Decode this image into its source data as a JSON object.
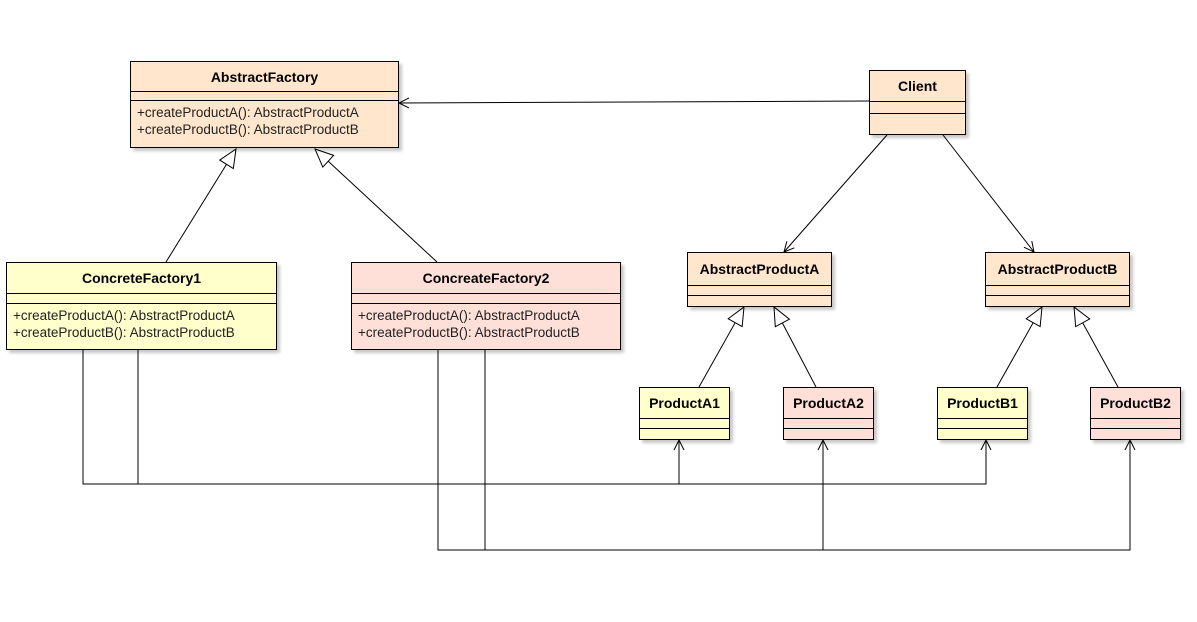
{
  "colors": {
    "abstract_fill": "#ffe6cc",
    "concrete1_fill": "#ffffcc",
    "concrete2_fill": "#ffe0d9",
    "stroke": "#000000"
  },
  "classes": {
    "abstract_factory": {
      "name": "AbstractFactory",
      "operations": [
        "+createProductA(): AbstractProductA",
        "+createProductB(): AbstractProductB"
      ]
    },
    "client": {
      "name": "Client"
    },
    "concrete_factory_1": {
      "name": "ConcreteFactory1",
      "operations": [
        "+createProductA(): AbstractProductA",
        "+createProductB(): AbstractProductB"
      ]
    },
    "concrete_factory_2": {
      "name": "ConcreateFactory2",
      "operations": [
        "+createProductA(): AbstractProductA",
        "+createProductB(): AbstractProductB"
      ]
    },
    "abstract_product_a": {
      "name": "AbstractProductA"
    },
    "abstract_product_b": {
      "name": "AbstractProductB"
    },
    "product_a1": {
      "name": "ProductA1"
    },
    "product_a2": {
      "name": "ProductA2"
    },
    "product_b1": {
      "name": "ProductB1"
    },
    "product_b2": {
      "name": "ProductB2"
    }
  },
  "relations": [
    {
      "from": "client",
      "to": "abstract_factory",
      "type": "association"
    },
    {
      "from": "client",
      "to": "abstract_product_a",
      "type": "association"
    },
    {
      "from": "client",
      "to": "abstract_product_b",
      "type": "association"
    },
    {
      "from": "concrete_factory_1",
      "to": "abstract_factory",
      "type": "generalization"
    },
    {
      "from": "concrete_factory_2",
      "to": "abstract_factory",
      "type": "generalization"
    },
    {
      "from": "product_a1",
      "to": "abstract_product_a",
      "type": "generalization"
    },
    {
      "from": "product_a2",
      "to": "abstract_product_a",
      "type": "generalization"
    },
    {
      "from": "product_b1",
      "to": "abstract_product_b",
      "type": "generalization"
    },
    {
      "from": "product_b2",
      "to": "abstract_product_b",
      "type": "generalization"
    },
    {
      "from": "concrete_factory_1",
      "to": "product_a1",
      "type": "dependency"
    },
    {
      "from": "concrete_factory_1",
      "to": "product_b1",
      "type": "dependency"
    },
    {
      "from": "concrete_factory_2",
      "to": "product_a2",
      "type": "dependency"
    },
    {
      "from": "concrete_factory_2",
      "to": "product_b2",
      "type": "dependency"
    }
  ]
}
